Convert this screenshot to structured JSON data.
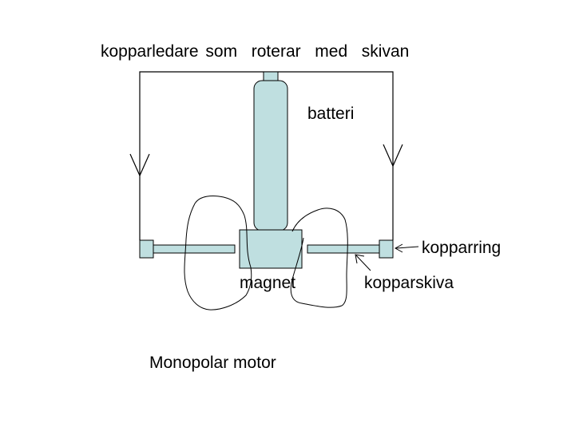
{
  "labels": {
    "wire": "kopparledare som  roterar  med  skivan",
    "battery": "batteri",
    "ring": "kopparring",
    "magnet": "magnet",
    "disk": "kopparskiva",
    "title": "Monopolar motor"
  },
  "colors": {
    "component_fill": "#bfdfe0",
    "stroke": "#000000",
    "background": "#ffffff"
  }
}
